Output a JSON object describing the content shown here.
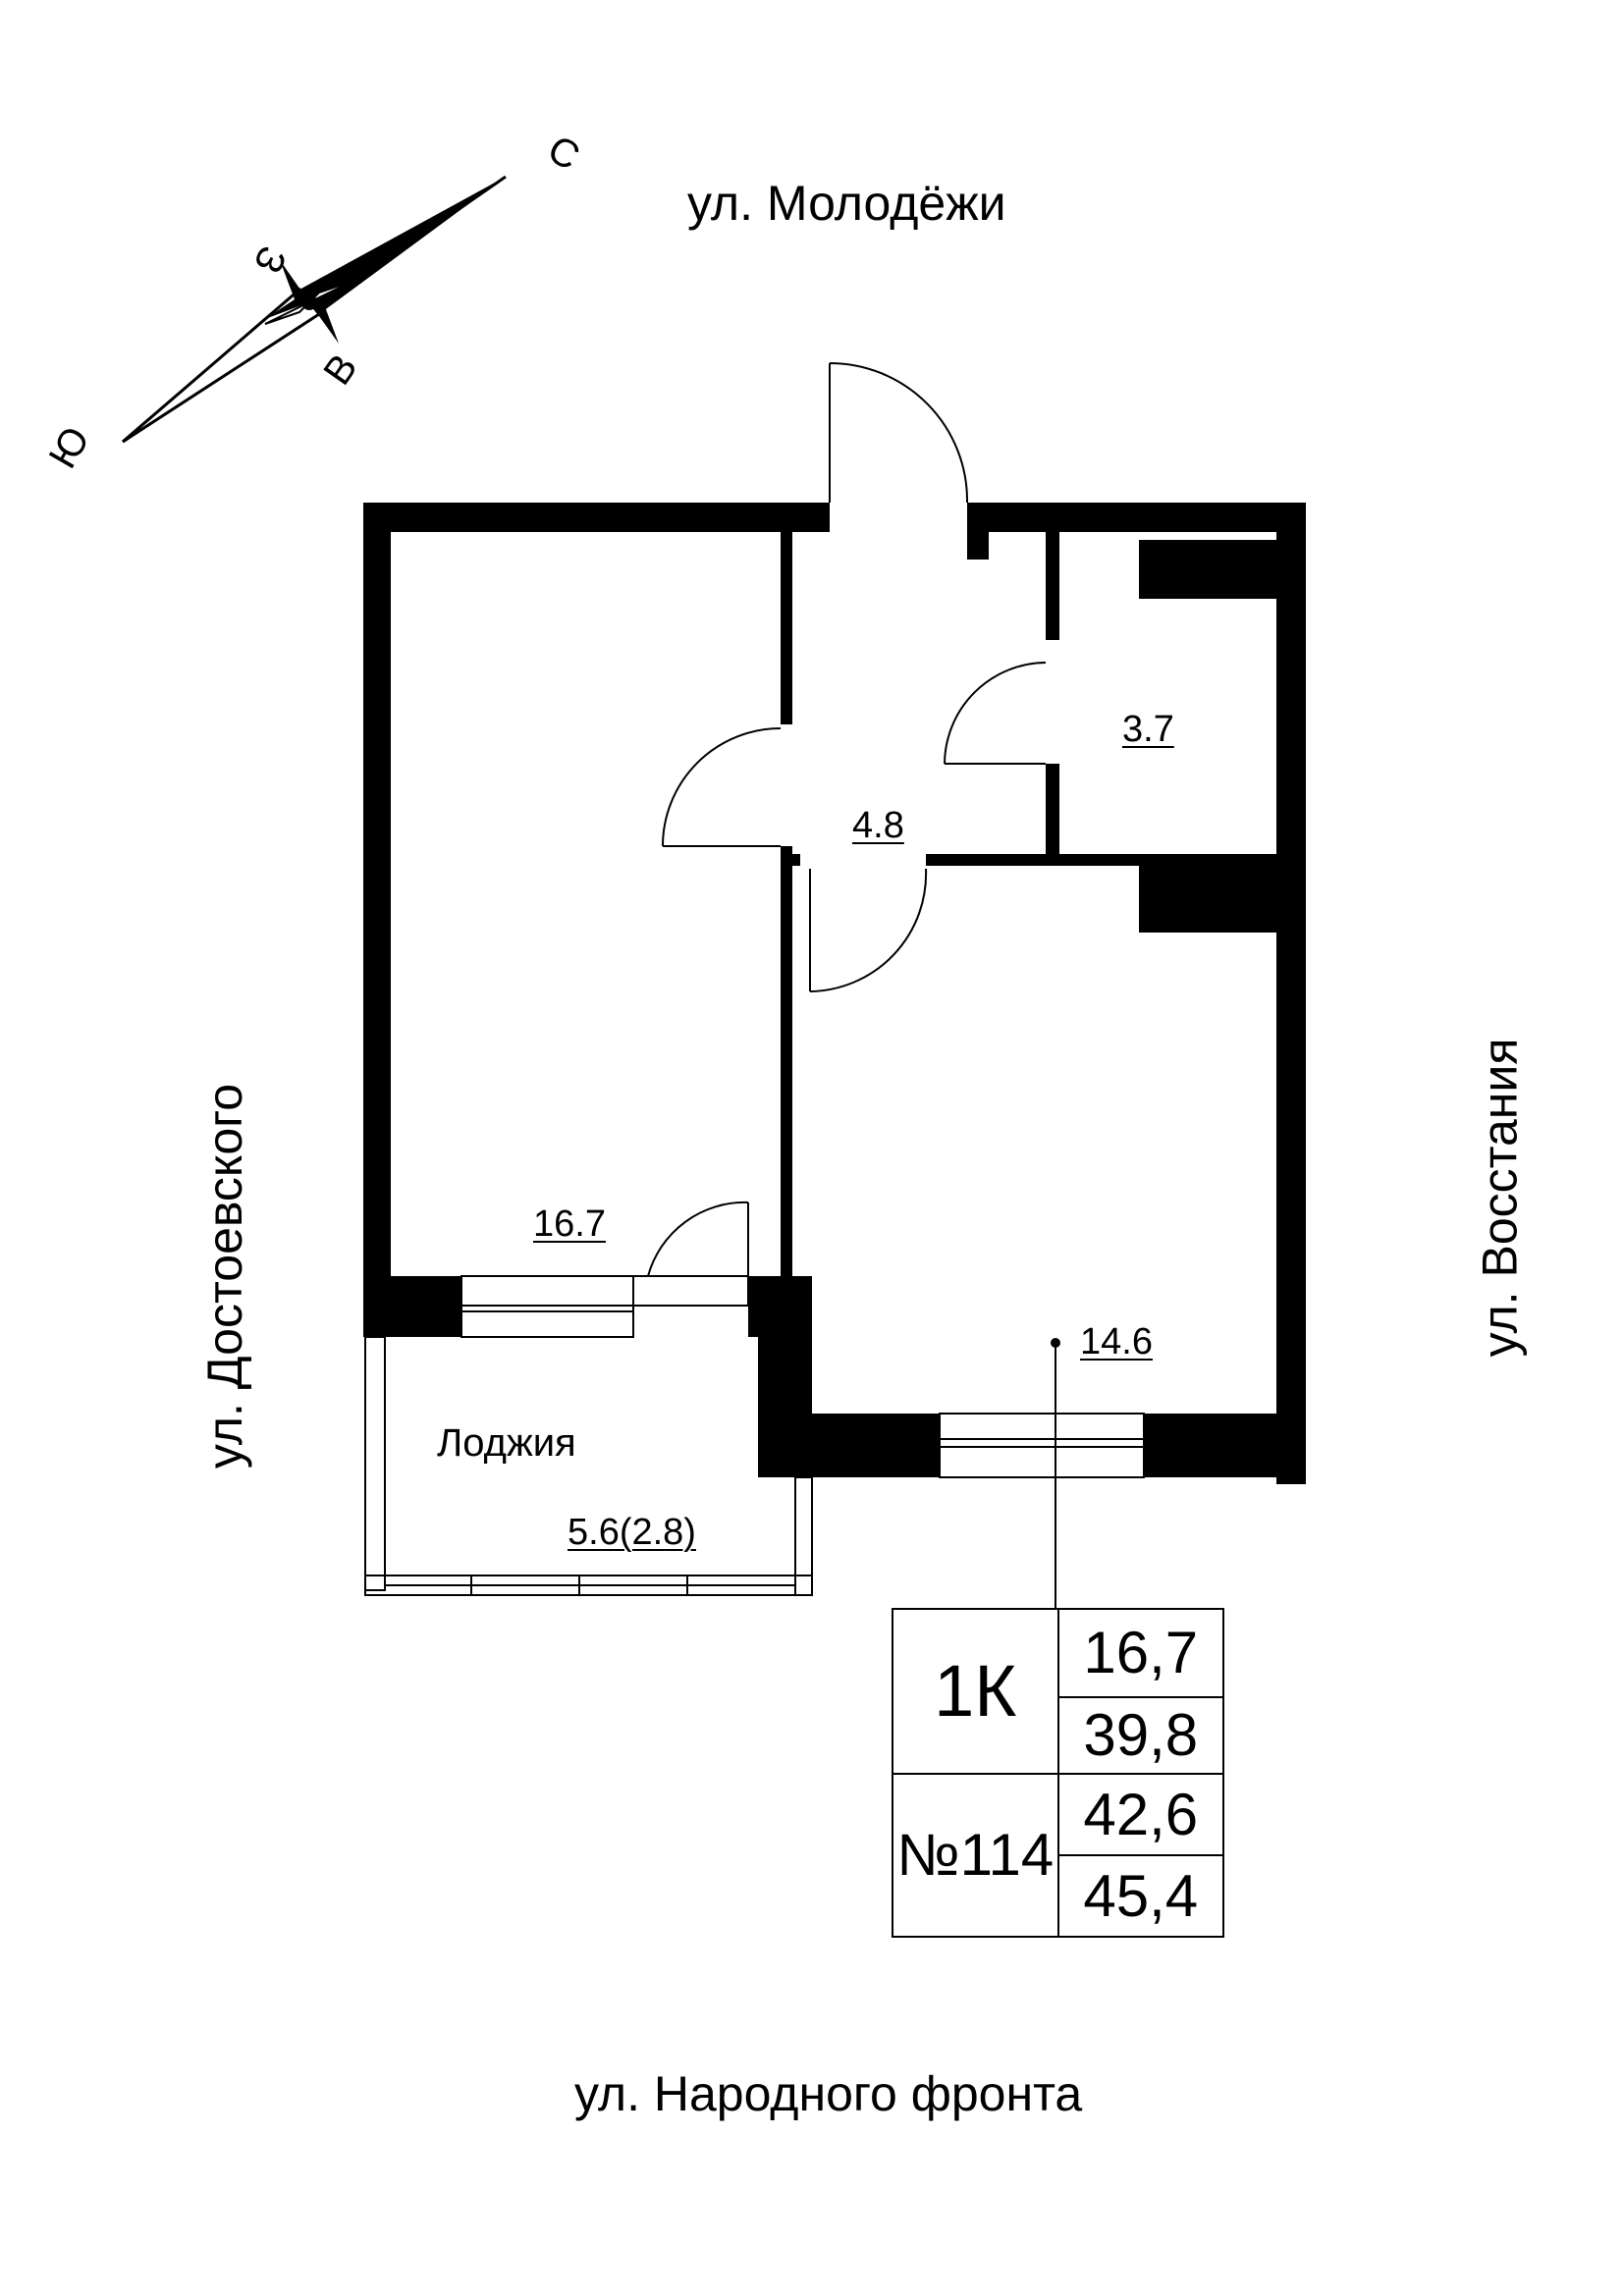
{
  "streets": {
    "north": "ул. Молодёжи",
    "south": "ул. Народного фронта",
    "west": "ул. Достоевского",
    "east": "ул. Восстания"
  },
  "compass": {
    "north": "С",
    "south": "Ю",
    "east": "В",
    "west": "З",
    "icon": "compass-rose-icon"
  },
  "rooms": {
    "living_room_area": "16.7",
    "hall_area": "4.8",
    "bathroom_area": "3.7",
    "kitchen_area": "14.6",
    "loggia_name": "Лоджия",
    "loggia_area": "5.6(2.8)"
  },
  "summary": {
    "room_type": "1К",
    "apartment_number": "№114",
    "living_area": "16,7",
    "total_area_excl_loggia": "39,8",
    "total_area_reduced": "42,6",
    "total_area_full": "45,4"
  },
  "colors": {
    "wall": "#000000",
    "background": "#ffffff"
  }
}
